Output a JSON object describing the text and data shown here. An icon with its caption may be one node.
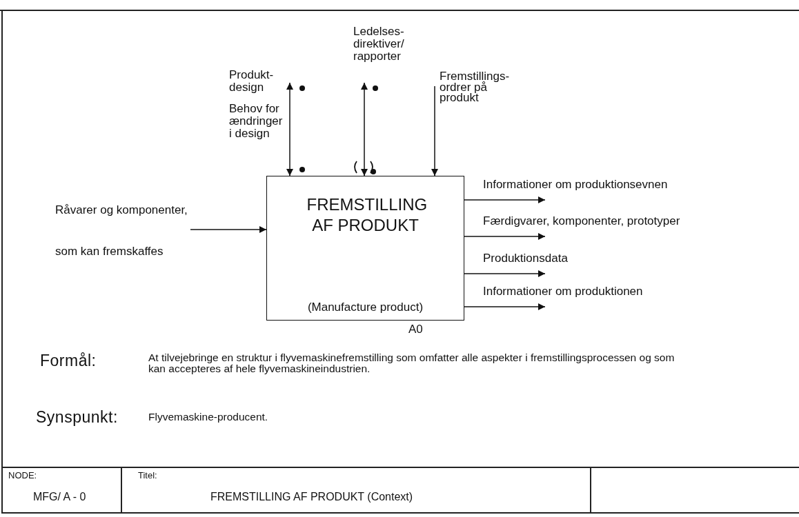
{
  "diagram": {
    "title": "FREMSTILLING AF PRODUKT (Context)",
    "nodes": [
      {
        "text": [
          "FREMSTILLING AF PRODUKT",
          "(Manufacture product)"
        ],
        "beside": [
          "A0"
        ]
      },
      {
        "text": [
          "Råvarer og komponenter,",
          "som kan fremskaffes"
        ]
      }
    ],
    "edges": [
      {
        "from": 1,
        "to": 0,
        "arrow": "to"
      },
      {
        "from": null,
        "to": 0,
        "arrow": "both",
        "label": "Produkt- design"
      },
      {
        "from": null,
        "to": 0,
        "arrow": "both",
        "label": "Ledelses- direktiver/ rapporter"
      },
      {
        "from": null,
        "to": 0,
        "arrow": "to",
        "label": "Fremstillings- ordrer på produkt"
      },
      {
        "from": 0,
        "to": null,
        "arrow": "to",
        "label": "Informationer om produktionsevnen"
      },
      {
        "from": 0,
        "to": null,
        "arrow": "to",
        "label": "Færdigvarer, komponenter, prototyper"
      },
      {
        "from": 0,
        "to": null,
        "arrow": "to",
        "label": "Produktionsdata"
      },
      {
        "from": 0,
        "to": null,
        "arrow": "to",
        "label": "Informationer om produktionen"
      }
    ],
    "labels": [
      "Behov for ændringer i design",
      "Formål:",
      "At tilvejebringe en struktur i flyvemaskinefremstilling som omfatter alle aspekter i fremstillingsprocessen og som kan accepteres af hele flyvemaskineindustrien.",
      "Synspunkt:",
      "Flyvemaskine-producent.",
      "NODE:",
      "MFG/ A - 0",
      "Titel:"
    ]
  }
}
